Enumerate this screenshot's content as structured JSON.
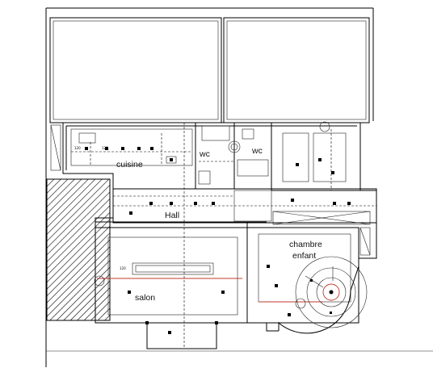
{
  "plan": {
    "rooms": {
      "cuisine": "cuisine",
      "wc1": "wc",
      "wc2": "wc",
      "hall": "Hall",
      "chambre_line1": "chambre",
      "chambre_line2": "enfant",
      "salon": "salon"
    },
    "dimension_tag": "120",
    "colors": {
      "line": "#000000",
      "accent": "#c0392b"
    }
  }
}
